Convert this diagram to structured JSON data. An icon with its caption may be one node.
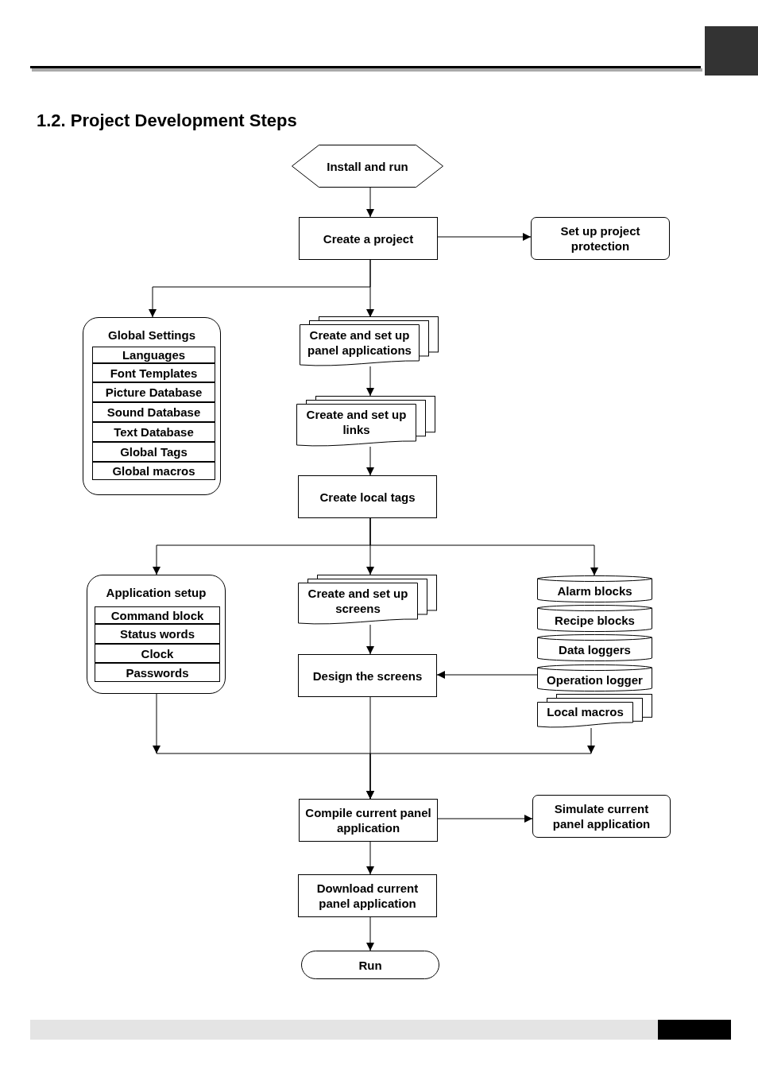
{
  "diagram": {
    "title": "1.2. Project Development Steps",
    "nodes": [
      {
        "text": [
          "Install and run"
        ]
      },
      {
        "text": [
          "Create a project"
        ]
      },
      {
        "text": [
          "Set up project protection"
        ]
      },
      {
        "text": [
          "Global Settings"
        ]
      },
      {
        "text": [
          "Languages"
        ],
        "in": 3
      },
      {
        "text": [
          "Font Templates"
        ],
        "in": 3
      },
      {
        "text": [
          "Picture Database"
        ],
        "in": 3
      },
      {
        "text": [
          "Sound Database"
        ],
        "in": 3
      },
      {
        "text": [
          "Text Database"
        ],
        "in": 3
      },
      {
        "text": [
          "Global Tags"
        ],
        "in": 3
      },
      {
        "text": [
          "Global macros"
        ],
        "in": 3
      },
      {
        "text": [
          "Create and set up panel applications"
        ]
      },
      {
        "text": [
          "Create and set up links"
        ]
      },
      {
        "text": [
          "Create local tags"
        ]
      },
      {
        "text": [
          "Application setup"
        ]
      },
      {
        "text": [
          "Command block"
        ],
        "in": 14
      },
      {
        "text": [
          "Status words"
        ],
        "in": 14
      },
      {
        "text": [
          "Clock"
        ],
        "in": 14
      },
      {
        "text": [
          "Passwords"
        ],
        "in": 14
      },
      {
        "text": [
          "Create and set up screens"
        ]
      },
      {
        "text": [
          "Alarm blocks"
        ]
      },
      {
        "text": [
          "Recipe blocks"
        ]
      },
      {
        "text": [
          "Data loggers"
        ]
      },
      {
        "text": [
          "Operation logger"
        ]
      },
      {
        "text": [
          "Local macros"
        ]
      },
      {
        "text": [
          "Design the screens"
        ]
      },
      {
        "text": [
          "Compile current panel application"
        ]
      },
      {
        "text": [
          "Simulate current panel application"
        ]
      },
      {
        "text": [
          "Download current panel application"
        ]
      },
      {
        "text": [
          "Run"
        ]
      }
    ],
    "edges": [
      {
        "from": 0,
        "to": 1,
        "arrow": "to"
      },
      {
        "from": 1,
        "to": 2,
        "arrow": "to"
      },
      {
        "from": 1,
        "to": 3,
        "arrow": "to"
      },
      {
        "from": 1,
        "to": 11,
        "arrow": "to"
      },
      {
        "from": 11,
        "to": 12,
        "arrow": "to"
      },
      {
        "from": 12,
        "to": 13,
        "arrow": "to"
      },
      {
        "from": 13,
        "to": 14,
        "arrow": "to"
      },
      {
        "from": 13,
        "to": 19,
        "arrow": "to"
      },
      {
        "from": 13,
        "to": 20,
        "arrow": "to"
      },
      {
        "from": 19,
        "to": 25,
        "arrow": "to"
      },
      {
        "from": 23,
        "to": 25,
        "arrow": "to"
      },
      {
        "from": 14,
        "to": 26,
        "arrow": "to"
      },
      {
        "from": 24,
        "to": 26,
        "arrow": "to"
      },
      {
        "from": 25,
        "to": 26,
        "arrow": "to"
      },
      {
        "from": 26,
        "to": 27,
        "arrow": "to"
      },
      {
        "from": 26,
        "to": 28,
        "arrow": "to"
      },
      {
        "from": 28,
        "to": 29,
        "arrow": "to"
      }
    ]
  }
}
